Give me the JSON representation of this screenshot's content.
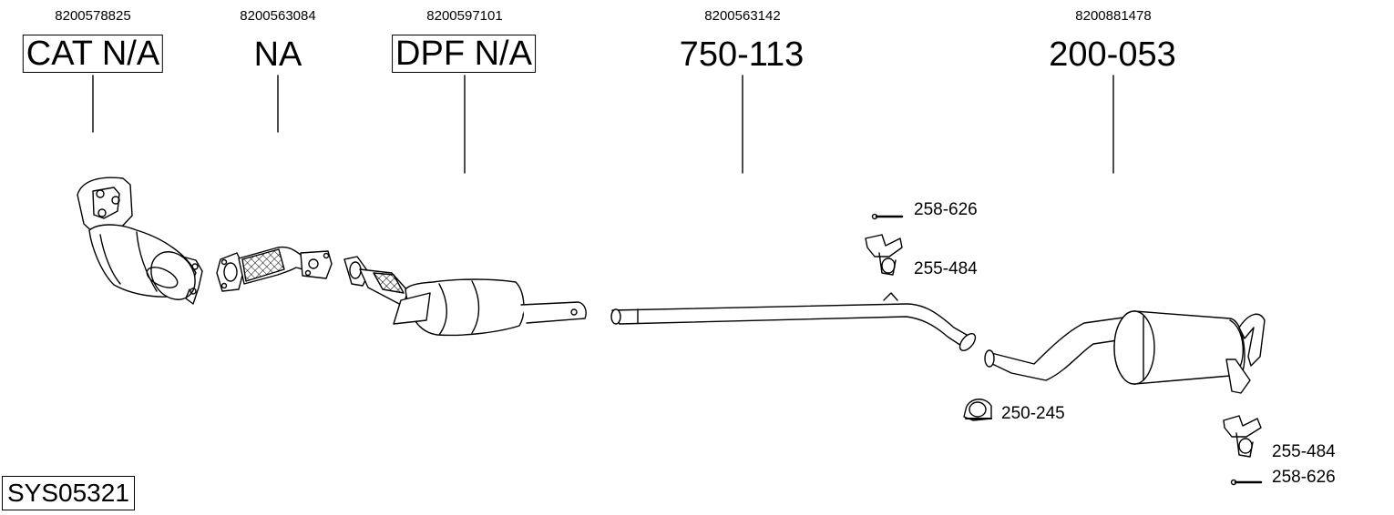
{
  "parts": [
    {
      "oem": "8200578825",
      "code": "CAT N/A",
      "boxed": true
    },
    {
      "oem": "8200563084",
      "code": "NA",
      "boxed": false
    },
    {
      "oem": "8200597101",
      "code": "DPF N/A",
      "boxed": true
    },
    {
      "oem": "8200563142",
      "code": "750-113",
      "boxed": false
    },
    {
      "oem": "8200881478",
      "code": "200-053",
      "boxed": false
    }
  ],
  "fittings": {
    "bolt_top": "258-626",
    "hanger_top": "255-484",
    "clamp": "250-245",
    "hanger_bottom": "255-484",
    "bolt_bottom": "258-626"
  },
  "system_code": "SYS05321"
}
